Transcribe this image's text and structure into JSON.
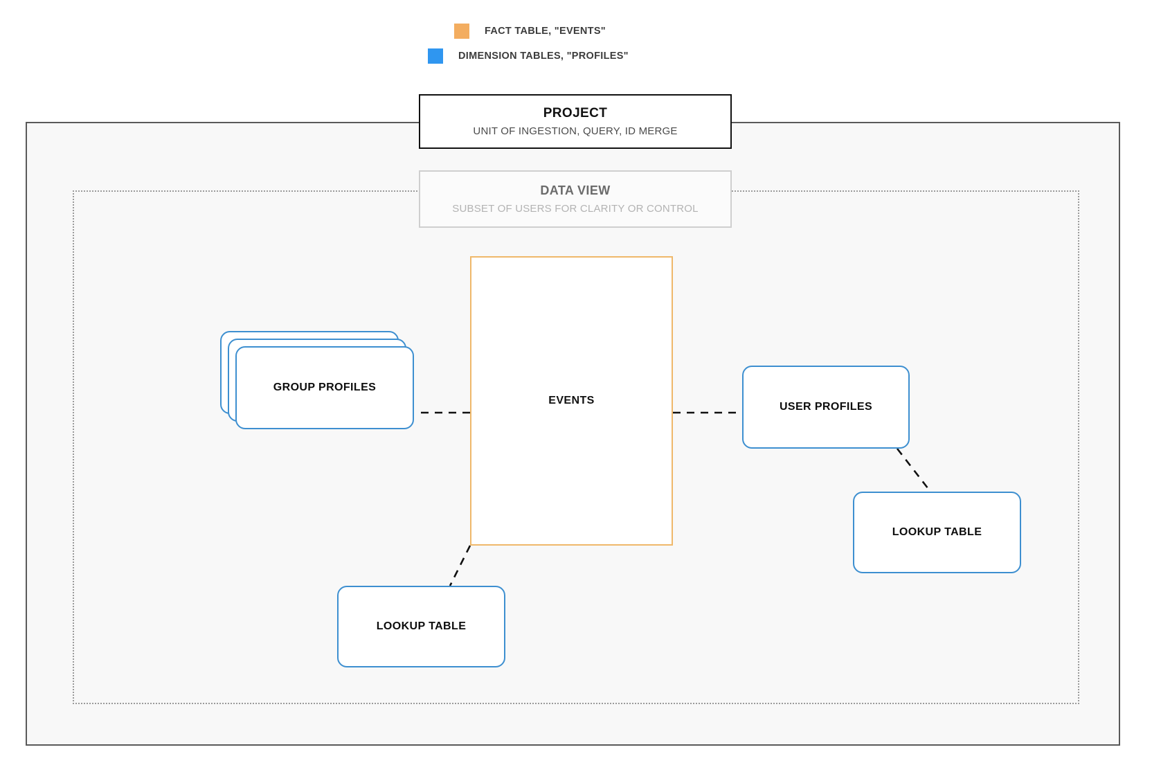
{
  "legend": {
    "items": [
      {
        "label": "FACT TABLE, \"EVENTS\"",
        "color": "#f3ad60",
        "swatch_name": "fact-table-swatch"
      },
      {
        "label": "DIMENSION TABLES, \"PROFILES\"",
        "color": "#2f96f0",
        "swatch_name": "dimension-tables-swatch"
      }
    ]
  },
  "project": {
    "title": "PROJECT",
    "subtitle": "UNIT OF INGESTION, QUERY, ID MERGE"
  },
  "data_view": {
    "title": "DATA VIEW",
    "subtitle": "SUBSET OF USERS FOR CLARITY OR CONTROL"
  },
  "nodes": {
    "events": {
      "label": "EVENTS",
      "type": "fact-table",
      "color": "#efb86a"
    },
    "group_profiles": {
      "label": "GROUP PROFILES",
      "type": "dimension-table-stack",
      "color": "#3d8fd0"
    },
    "user_profiles": {
      "label": "USER PROFILES",
      "type": "dimension-table",
      "color": "#3d8fd0"
    },
    "lookup_table_left": {
      "label": "LOOKUP TABLE",
      "type": "dimension-table",
      "color": "#3d8fd0"
    },
    "lookup_table_right": {
      "label": "LOOKUP TABLE",
      "type": "dimension-table",
      "color": "#3d8fd0"
    }
  },
  "edges": [
    {
      "from": "group-profiles",
      "to": "events",
      "style": "dashed"
    },
    {
      "from": "events",
      "to": "user-profiles",
      "style": "dashed"
    },
    {
      "from": "events",
      "to": "lookup-table-left",
      "style": "dashed"
    },
    {
      "from": "user-profiles",
      "to": "lookup-table-right",
      "style": "dashed"
    }
  ],
  "colors": {
    "fact": "#efb86a",
    "dimension": "#3d8fd0",
    "frame": "#595959",
    "dotted_frame": "#9a9a9a",
    "canvas": "#f8f8f8"
  }
}
